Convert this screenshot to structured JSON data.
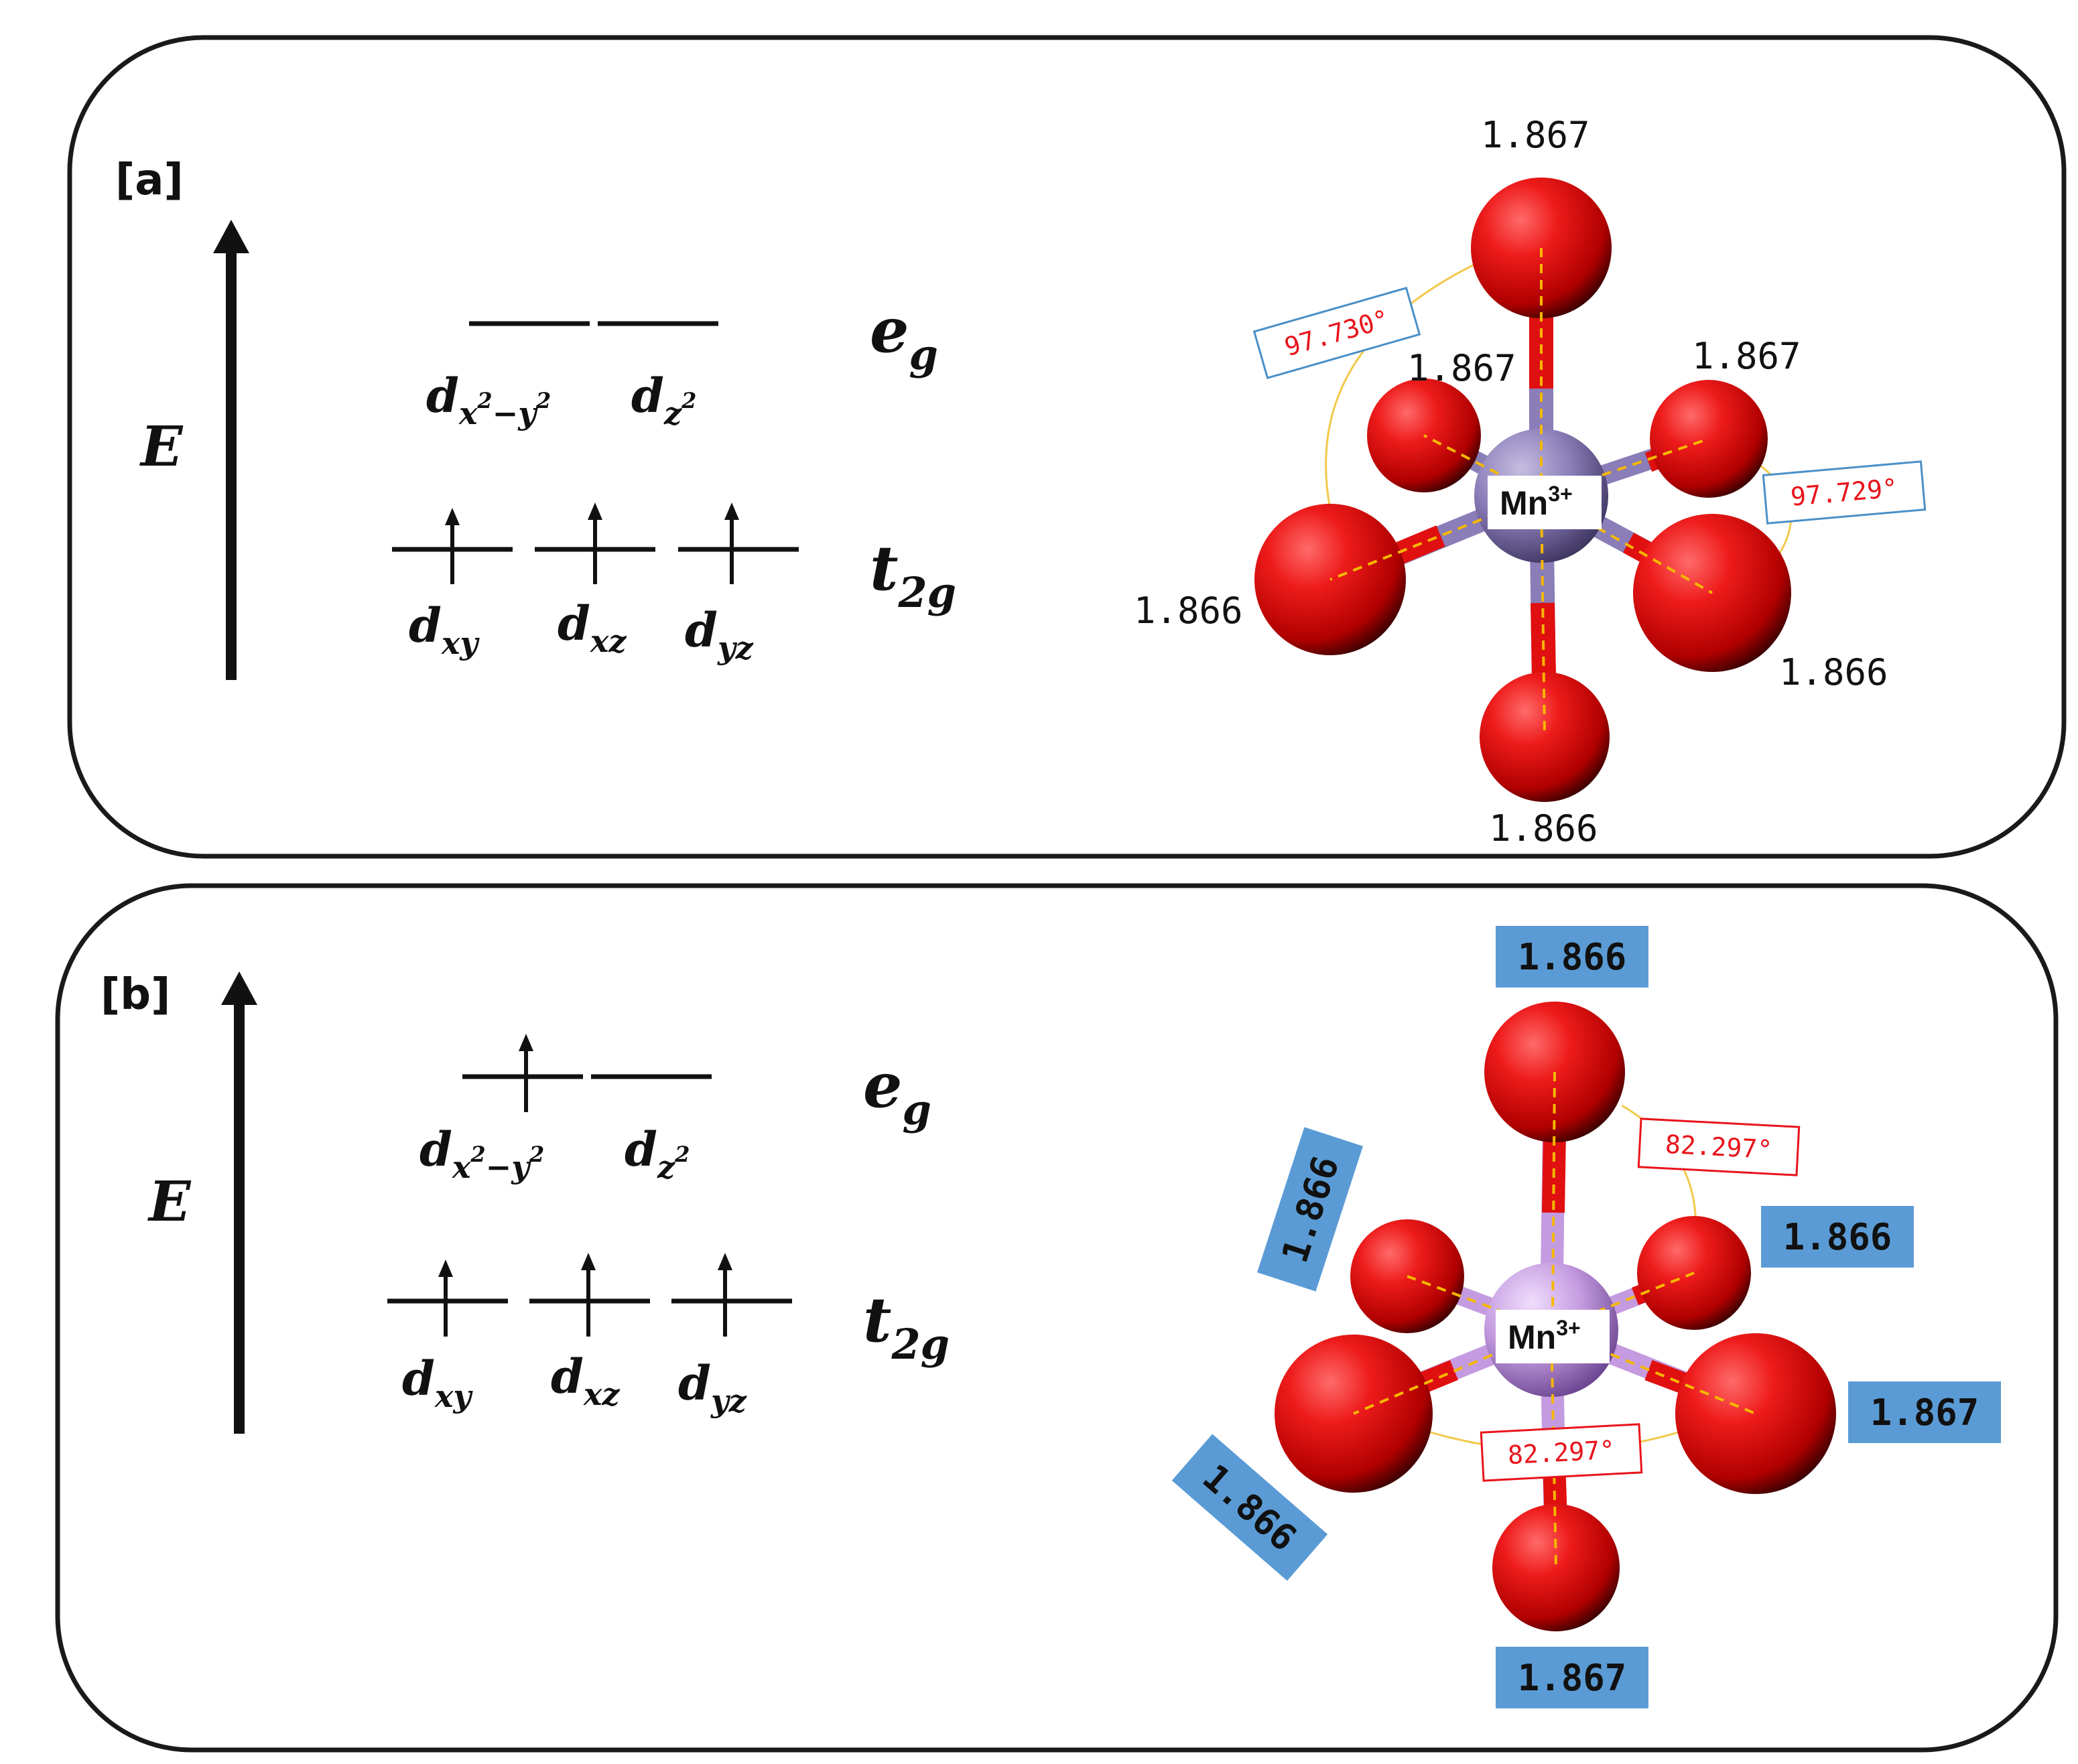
{
  "panels": [
    {
      "tag": "[a]",
      "energy_label": "E",
      "eg_label": {
        "main": "e",
        "sub": "g"
      },
      "t2g_label": {
        "main": "t",
        "sub": "2g"
      },
      "orbitals_eg": [
        {
          "main": "d",
          "sub": "x",
          "sup1": "2",
          "mid": "−y",
          "sup2": "2",
          "electrons": 0
        },
        {
          "main": "d",
          "sub": "z",
          "sup1": "2",
          "electrons": 0
        }
      ],
      "orbitals_t2g": [
        {
          "main": "d",
          "sub": "xy",
          "electrons": 1
        },
        {
          "main": "d",
          "sub": "xz",
          "electrons": 1
        },
        {
          "main": "d",
          "sub": "yz",
          "electrons": 1
        }
      ],
      "center": {
        "symbol": "Mn",
        "charge": "3+"
      },
      "bond_lengths": {
        "top": "1.867",
        "back_left": "1.867",
        "back_right": "1.867",
        "front_left": "1.866",
        "front_right": "1.866",
        "bottom": "1.866"
      },
      "angles": [
        "97.730°",
        "97.729°"
      ]
    },
    {
      "tag": "[b]",
      "energy_label": "E",
      "eg_label": {
        "main": "e",
        "sub": "g"
      },
      "t2g_label": {
        "main": "t",
        "sub": "2g"
      },
      "orbitals_eg": [
        {
          "main": "d",
          "sub": "x",
          "sup1": "2",
          "mid": "−y",
          "sup2": "2",
          "electrons": 1
        },
        {
          "main": "d",
          "sub": "z",
          "sup1": "2",
          "electrons": 0
        }
      ],
      "orbitals_t2g": [
        {
          "main": "d",
          "sub": "xy",
          "electrons": 1
        },
        {
          "main": "d",
          "sub": "xz",
          "electrons": 1
        },
        {
          "main": "d",
          "sub": "yz",
          "electrons": 1
        }
      ],
      "center": {
        "symbol": "Mn",
        "charge": "3+"
      },
      "bond_lengths": {
        "top": "1.866",
        "back_left": "1.866",
        "back_right": "1.866",
        "front_left": "1.866",
        "front_right": "1.867",
        "bottom": "1.867"
      },
      "angles": [
        "82.297°",
        "82.297°"
      ]
    }
  ],
  "colors": {
    "oxygen": "#e01010",
    "manganese_a": "#8a7db8",
    "manganese_b": "#c49be0",
    "bond_label_bg": "#5b9bd5",
    "angle_border_a": "#4a90c8",
    "angle_border_b": "#e8141b",
    "angle_arc": "#f2c94c",
    "dash": "#f5b800"
  }
}
